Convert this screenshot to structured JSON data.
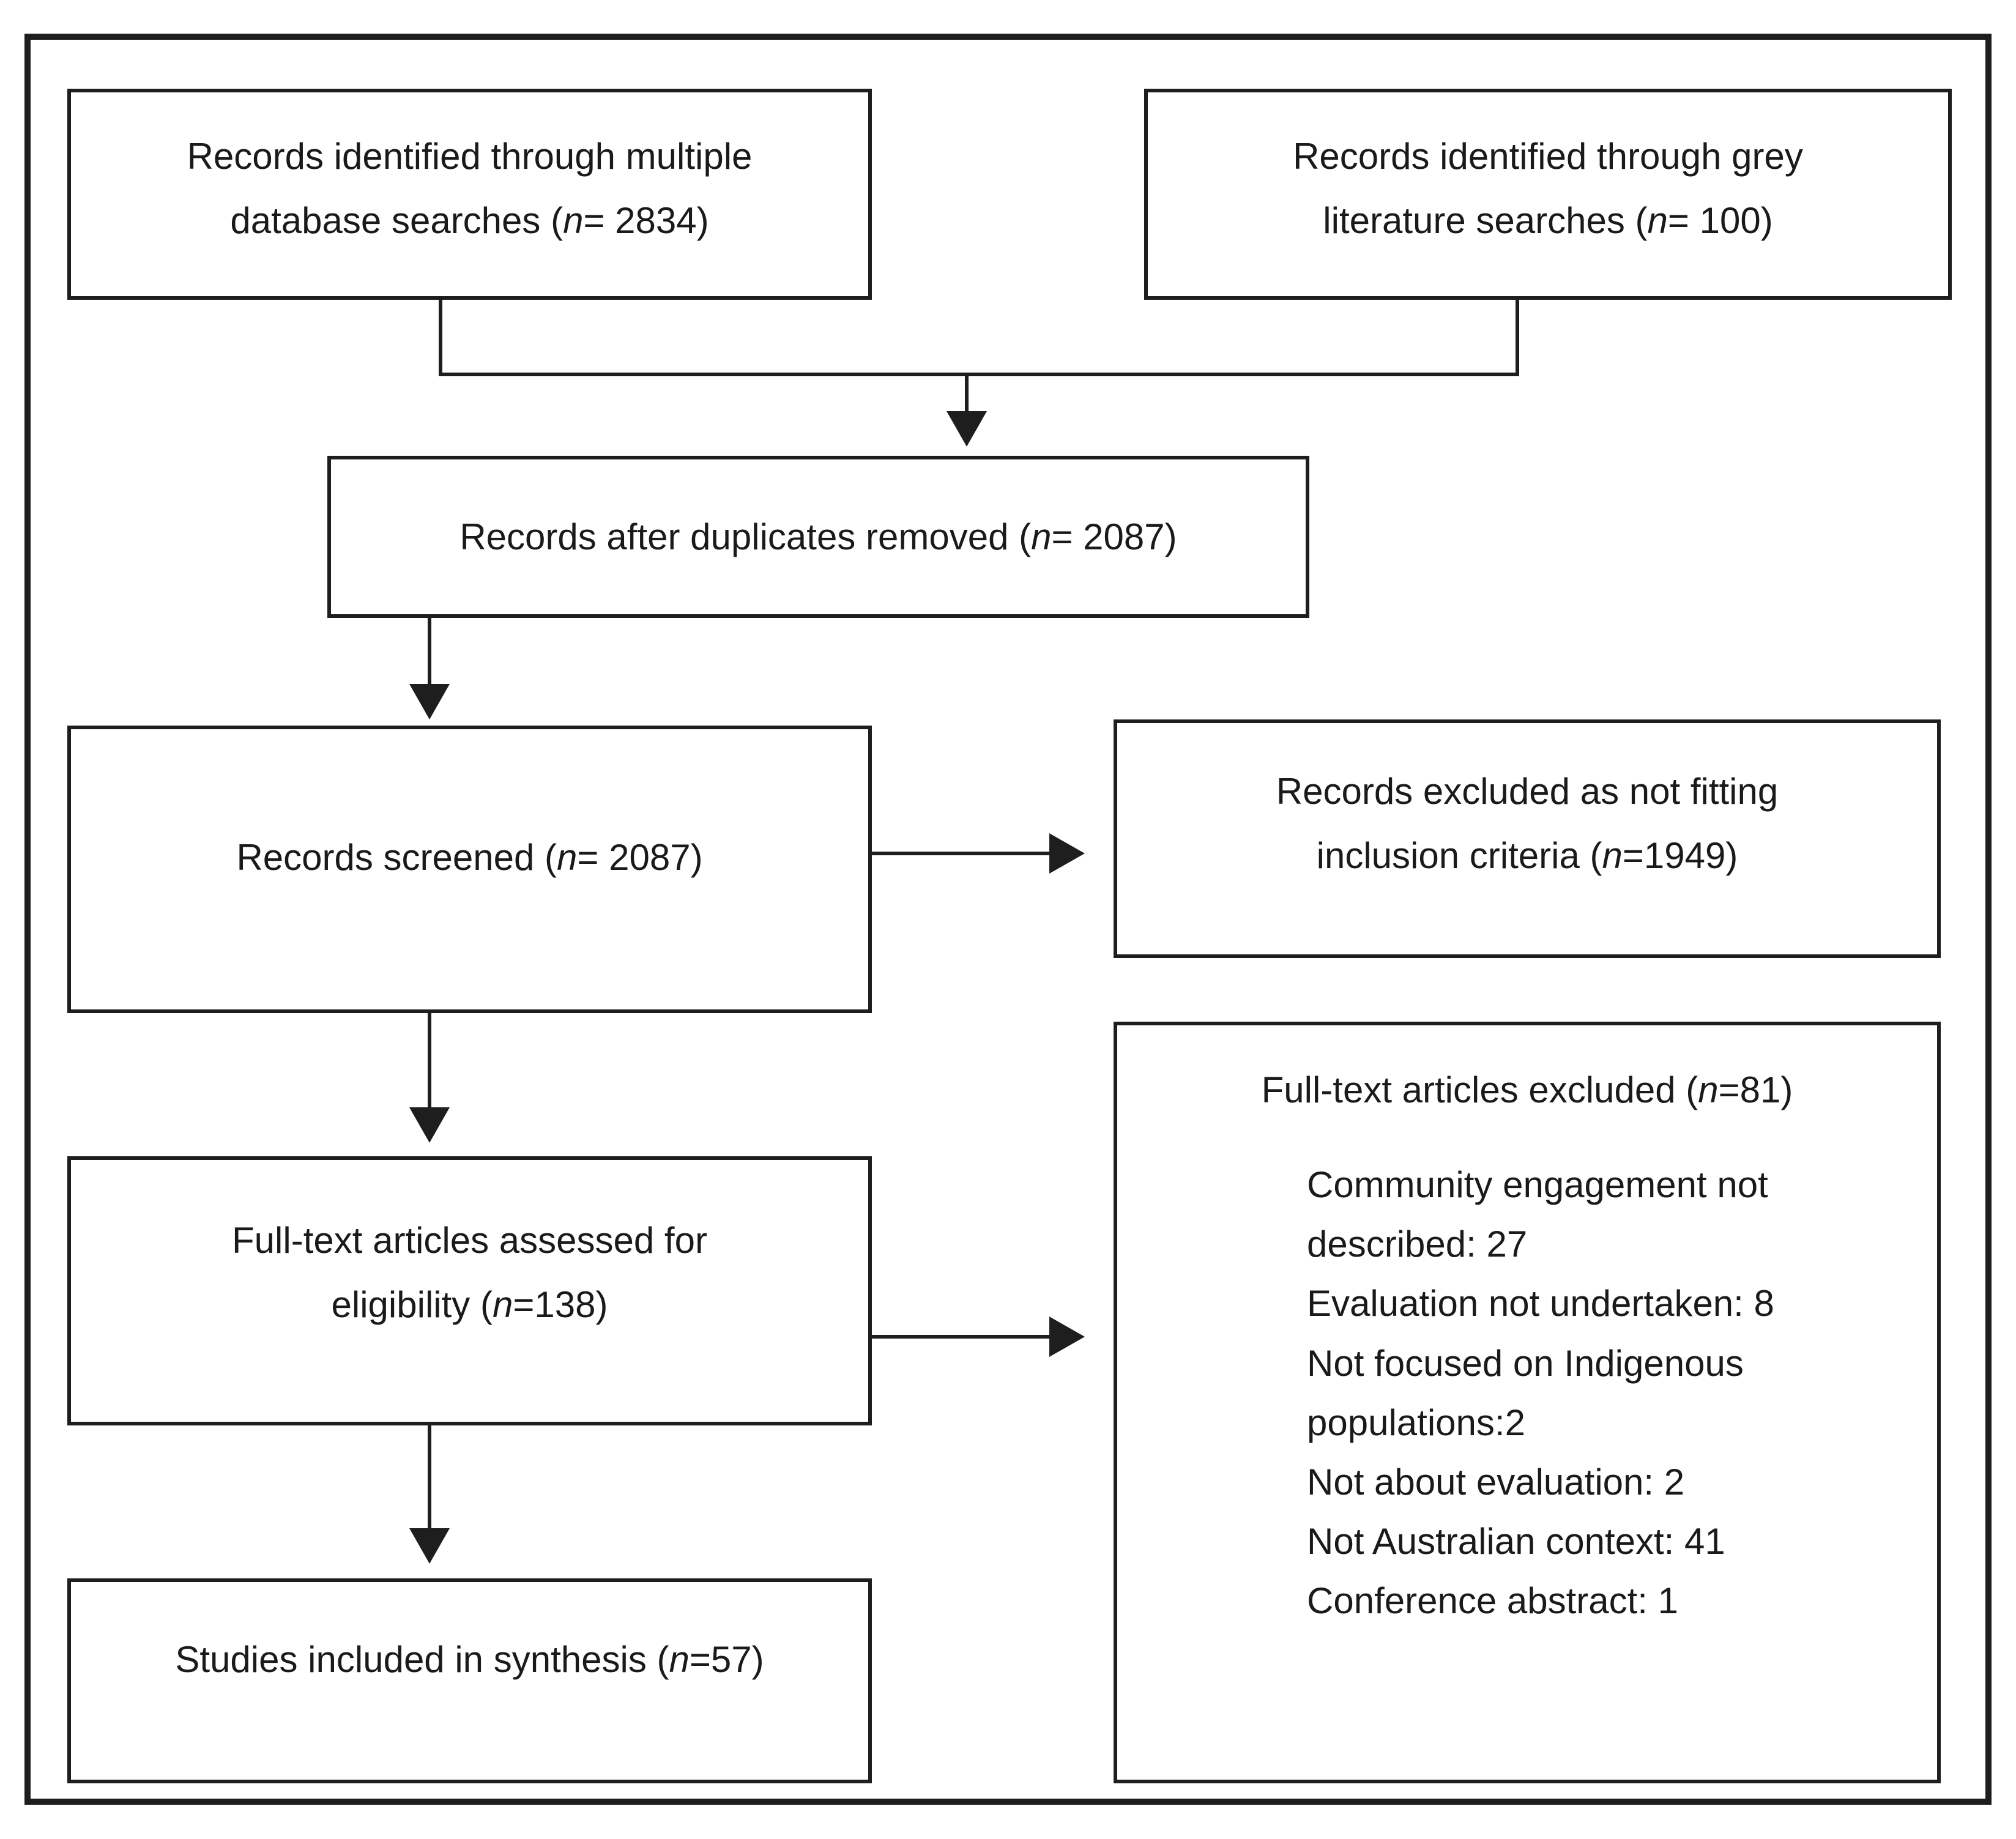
{
  "diagram": {
    "colors": {
      "line": "#1e1e1e",
      "box_background": "#ffffff",
      "text": "#1a1a1a"
    },
    "boxes": {
      "identified_db": {
        "lines": [
          [
            {
              "t": "Records identified through multiple"
            }
          ],
          [
            {
              "t": "database searches ("
            },
            {
              "t": "n",
              "i": true
            },
            {
              "t": "= 2834)"
            }
          ]
        ]
      },
      "identified_grey": {
        "lines": [
          [
            {
              "t": "Records identified through grey"
            }
          ],
          [
            {
              "t": "literature searches ("
            },
            {
              "t": "n",
              "i": true
            },
            {
              "t": "= 100)"
            }
          ]
        ]
      },
      "after_duplicates": {
        "lines": [
          [
            {
              "t": "Records after duplicates removed ("
            },
            {
              "t": "n",
              "i": true
            },
            {
              "t": "= 2087)"
            }
          ]
        ]
      },
      "screened": {
        "lines": [
          [
            {
              "t": "Records screened ("
            },
            {
              "t": "n",
              "i": true
            },
            {
              "t": "= 2087)"
            }
          ]
        ]
      },
      "records_excluded": {
        "lines": [
          [
            {
              "t": "Records excluded as not fitting"
            }
          ],
          [
            {
              "t": "inclusion criteria ("
            },
            {
              "t": "n",
              "i": true
            },
            {
              "t": "=1949)"
            }
          ]
        ]
      },
      "fulltext_assessed": {
        "lines": [
          [
            {
              "t": "Full-text articles assessed for"
            }
          ],
          [
            {
              "t": "eligibility ("
            },
            {
              "t": "n",
              "i": true
            },
            {
              "t": "=138)"
            }
          ]
        ]
      },
      "fulltext_excluded": {
        "title": [
          {
            "t": "Full-text articles excluded ("
          },
          {
            "t": "n",
            "i": true
          },
          {
            "t": "=81)"
          }
        ],
        "reasons": [
          "Community engagement not described: 27",
          "Evaluation not undertaken: 8",
          "Not focused on Indigenous populations:2",
          "Not about evaluation: 2",
          "Not Australian context: 41",
          "Conference abstract: 1"
        ]
      },
      "included": {
        "lines": [
          [
            {
              "t": "Studies included in synthesis ("
            },
            {
              "t": "n",
              "i": true
            },
            {
              "t": "=57)"
            }
          ]
        ]
      }
    }
  }
}
